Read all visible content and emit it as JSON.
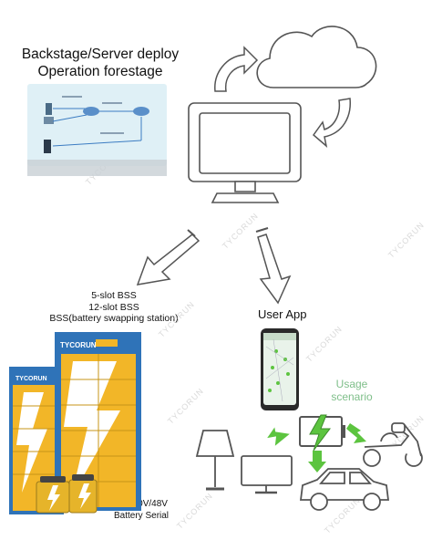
{
  "deploy": {
    "title_line1": "Backstage/Server deploy",
    "title_line2": "Operation forestage"
  },
  "bss": {
    "line1": "5-slot BSS",
    "line2": "12-slot BSS",
    "line3": "BSS(battery swapping station)",
    "brand": "TYCORUN"
  },
  "app": {
    "label": "User App"
  },
  "usage": {
    "line1": "Usage",
    "line2": "scenario"
  },
  "battery": {
    "line1": "72V/60V/48V",
    "line2": "Battery Serial"
  },
  "watermark": "TYCORUN",
  "colors": {
    "cabinet_blue": "#2f73b8",
    "cabinet_yellow": "#f2b628",
    "usage_text": "#7fbf8a",
    "arrow_green": "#5cc43f",
    "outline": "#555555"
  }
}
